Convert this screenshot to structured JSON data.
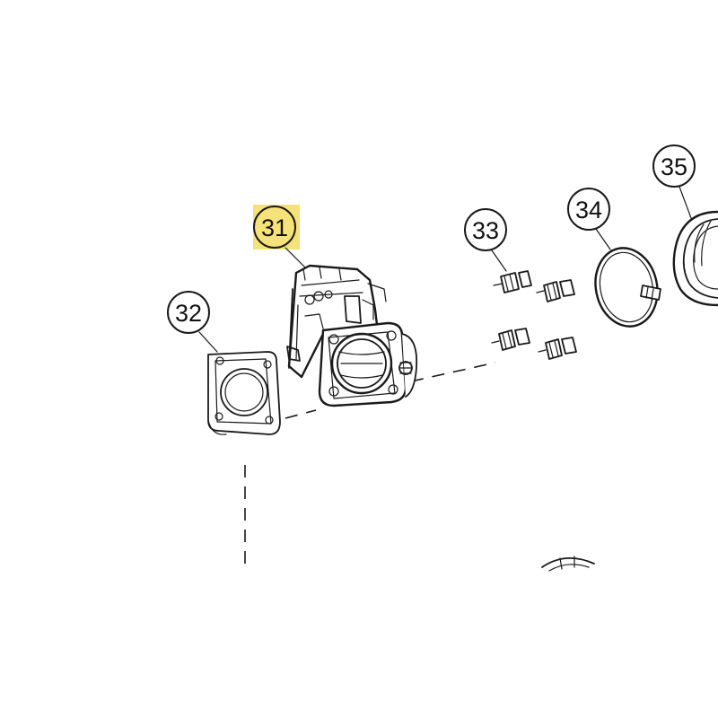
{
  "diagram": {
    "highlight_color": "#f6e27a",
    "callouts": {
      "c31": {
        "label": "31",
        "highlighted": true
      },
      "c32": {
        "label": "32",
        "highlighted": false
      },
      "c33": {
        "label": "33",
        "highlighted": false
      },
      "c34": {
        "label": "34",
        "highlighted": false
      },
      "c35": {
        "label": "35",
        "highlighted": false
      }
    },
    "parts": [
      "throttle-body",
      "gasket",
      "bolts",
      "hose-clamp",
      "air-hose"
    ]
  }
}
